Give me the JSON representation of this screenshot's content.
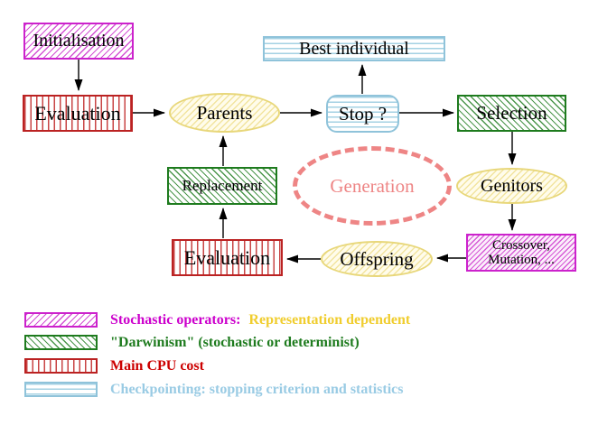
{
  "nodes": {
    "initialisation": {
      "label": "Initialisation"
    },
    "evaluation_top": {
      "label": "Evaluation"
    },
    "best_individual": {
      "label": "Best individual"
    },
    "parents": {
      "label": "Parents"
    },
    "stop": {
      "label": "Stop ?"
    },
    "selection": {
      "label": "Selection"
    },
    "replacement": {
      "label": "Replacement"
    },
    "generation": {
      "label": "Generation"
    },
    "genitors": {
      "label": "Genitors"
    },
    "evaluation_bottom": {
      "label": "Evaluation"
    },
    "offspring": {
      "label": "Offspring"
    },
    "crossover": {
      "line1": "Crossover,",
      "line2": "Mutation, ..."
    }
  },
  "legend": {
    "rows": [
      {
        "swatch": "magenta-diagonal-hatch",
        "text": "Stochastic operators:",
        "text2": "Representation dependent"
      },
      {
        "swatch": "green-diagonal-hatch",
        "text": "\"Darwinism\" (stochastic or determinist)"
      },
      {
        "swatch": "red-vertical-stripes",
        "text": "Main CPU cost"
      },
      {
        "swatch": "cyan-horizontal-stripes",
        "text": "Checkpointing: stopping criterion and statistics"
      }
    ]
  },
  "colors": {
    "magenta": "#cc22cc",
    "green": "#1e7b1e",
    "red": "#bb2222",
    "cyan": "#8fc3da",
    "yellow_node_border": "#e8d77a",
    "yellow_legend_text": "#f0cd2e",
    "salmon": "#ee8585",
    "arrow": "#000000",
    "node_text": "#000000",
    "background": "#ffffff"
  }
}
